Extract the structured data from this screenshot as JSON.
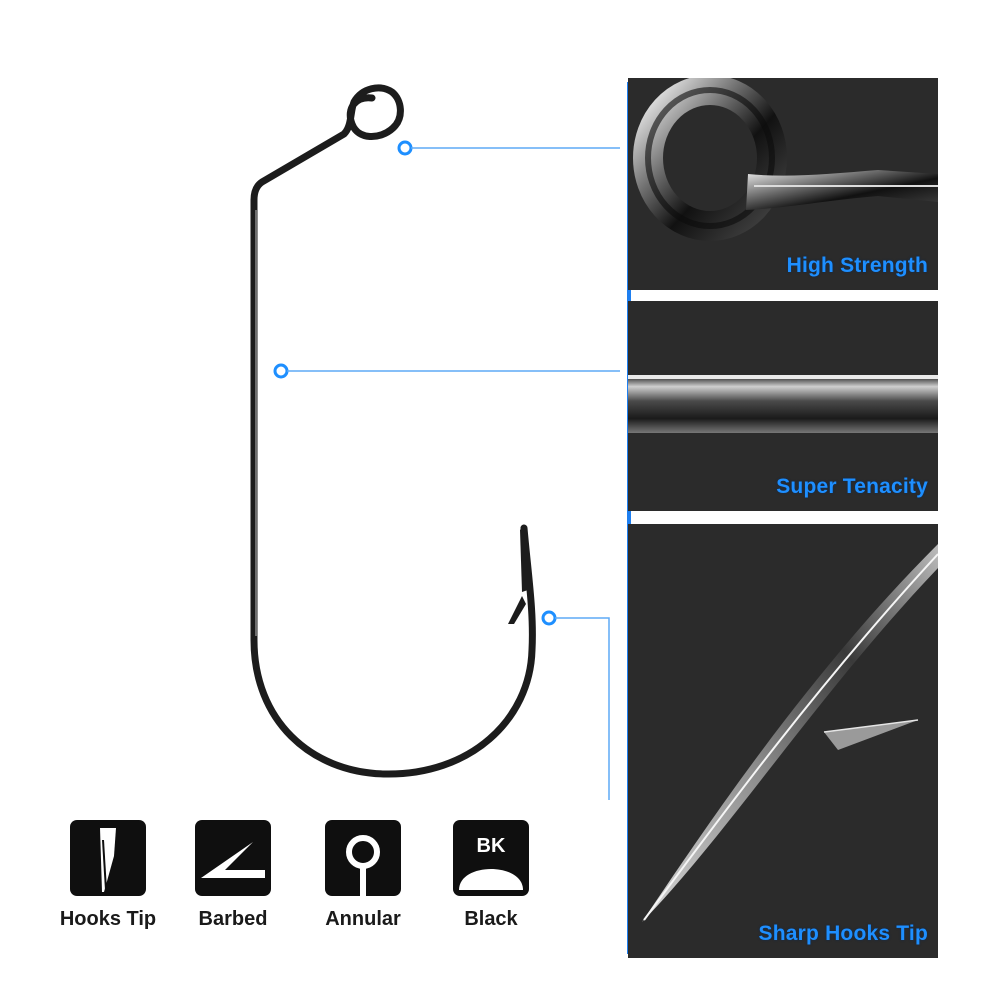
{
  "callouts": [
    {
      "label": "High Strength"
    },
    {
      "label": "Super Tenacity"
    },
    {
      "label": "Sharp Hooks Tip"
    }
  ],
  "features": [
    {
      "label": "Hooks Tip",
      "icon": "hook-tip-icon"
    },
    {
      "label": "Barbed",
      "icon": "barb-icon"
    },
    {
      "label": "Annular",
      "icon": "eyelet-icon"
    },
    {
      "label": "Black",
      "icon": "black-coating-icon",
      "badge": "BK"
    }
  ],
  "colors": {
    "accent": "#1e8fff",
    "panel_bg": "#2b2b2b",
    "hook": "#1c1c1c"
  }
}
